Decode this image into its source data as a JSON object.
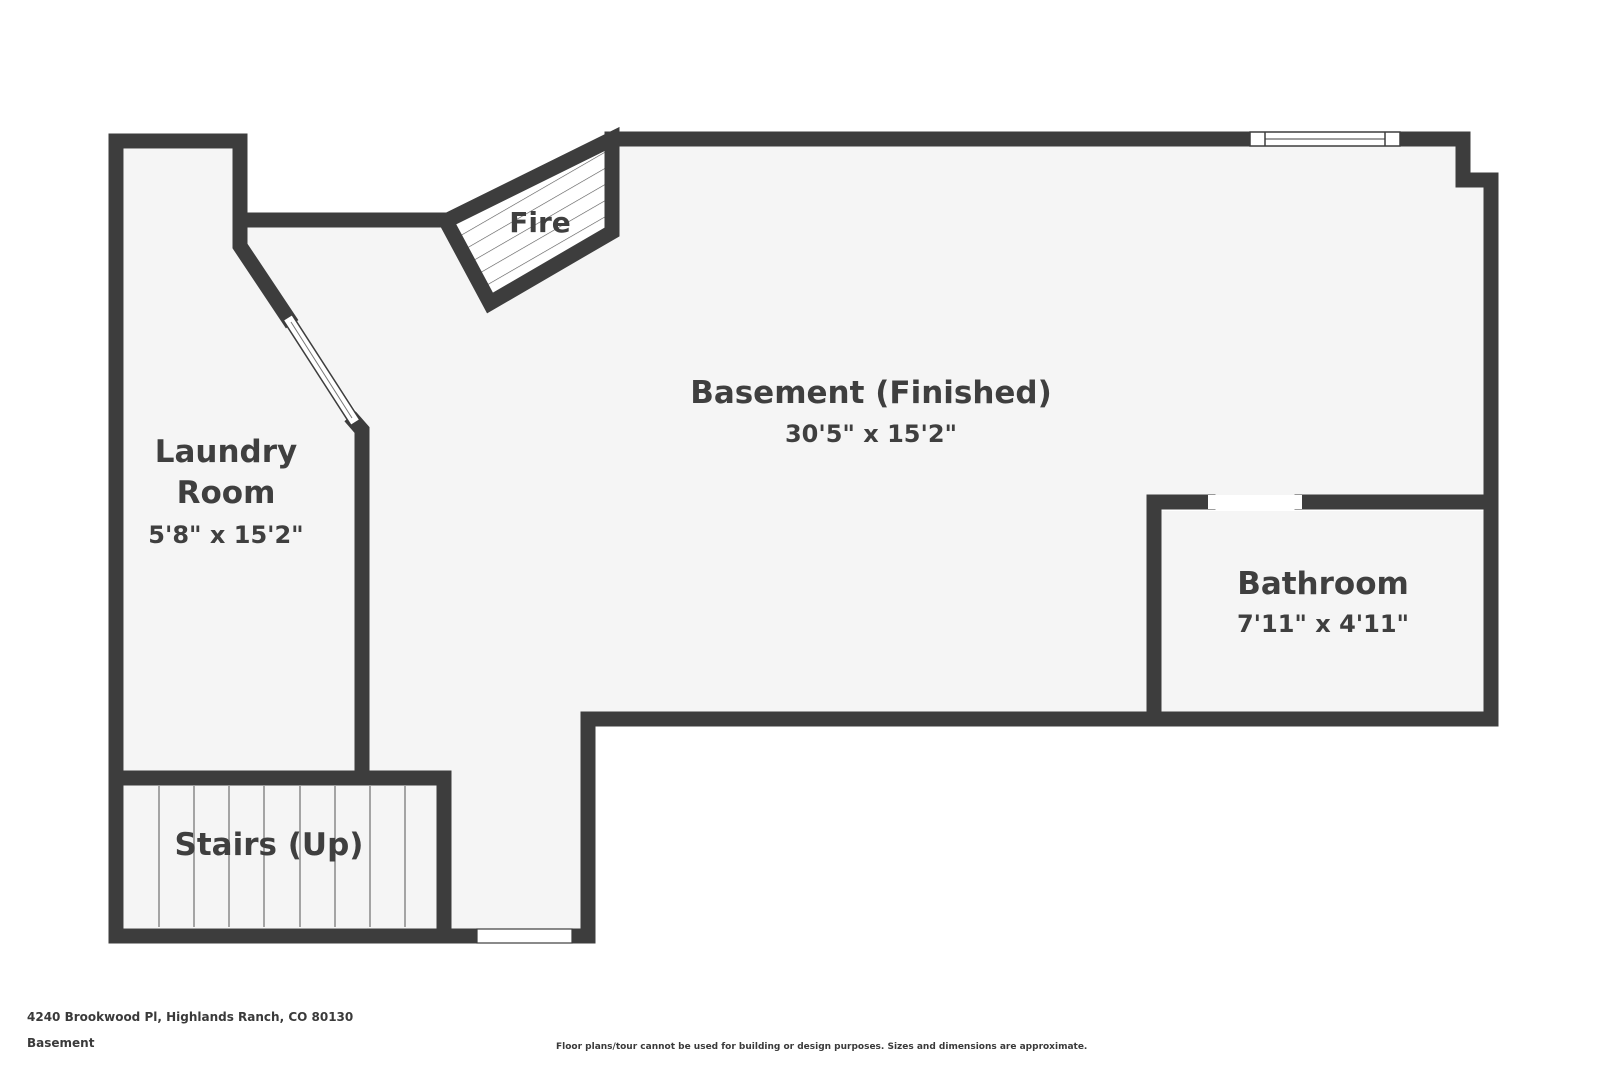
{
  "rooms": {
    "basement": {
      "name": "Basement (Finished)",
      "dimensions": "30'5\" x 15'2\""
    },
    "laundry": {
      "name_line1": "Laundry",
      "name_line2": "Room",
      "dimensions": "5'8\" x 15'2\""
    },
    "bathroom": {
      "name": "Bathroom",
      "dimensions": "7'11\" x 4'11\""
    },
    "stairs": {
      "name": "Stairs (Up)"
    },
    "fireplace": {
      "name": "Fire"
    }
  },
  "footer": {
    "address": "4240 Brookwood Pl, Highlands Ranch, CO 80130",
    "level": "Basement",
    "disclaimer": "Floor plans/tour cannot be used for building or design purposes. Sizes and dimensions are approximate."
  },
  "colors": {
    "wall": "#3d3d3d",
    "floor": "#f5f5f5",
    "text": "#3f3f3f"
  }
}
